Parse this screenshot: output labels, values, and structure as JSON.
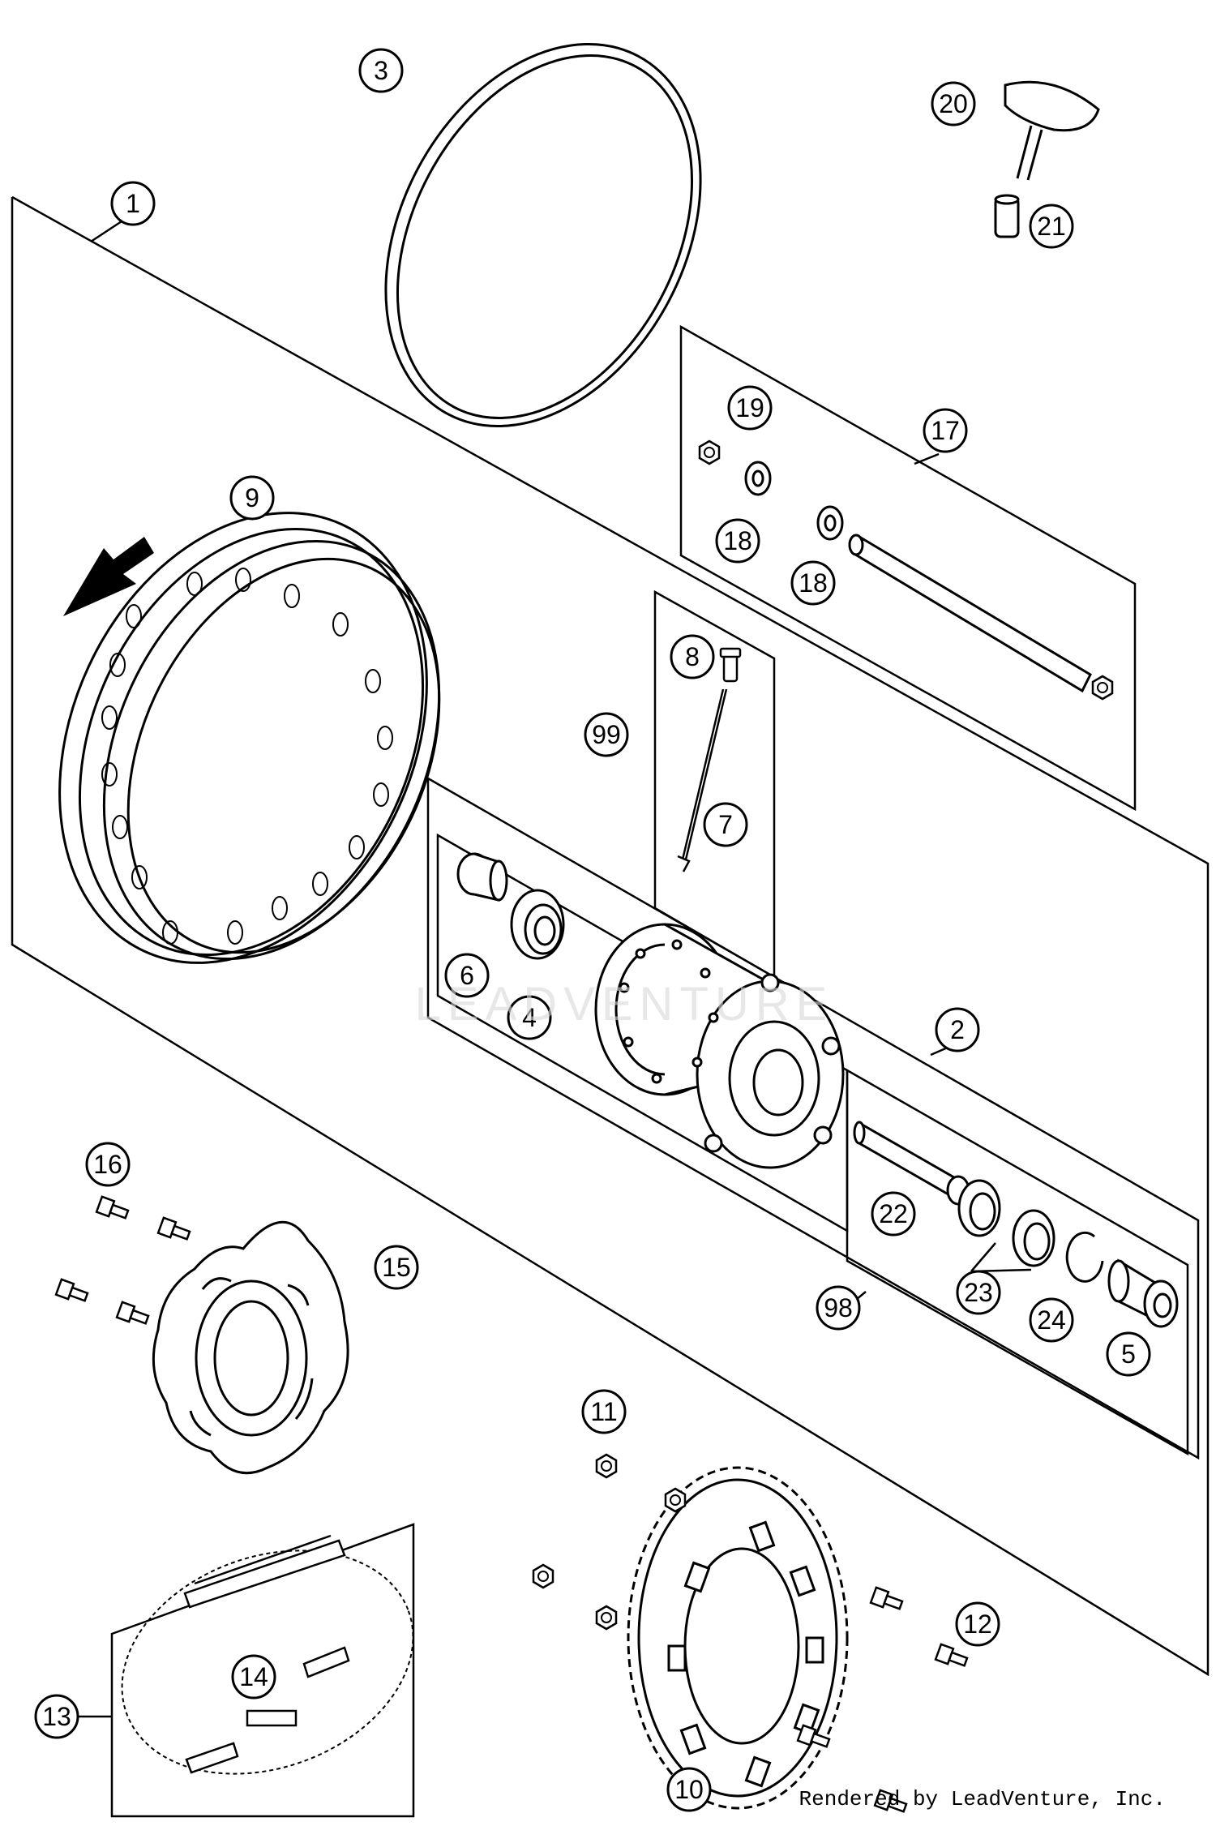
{
  "callouts": {
    "c1": "1",
    "c2": "2",
    "c3": "3",
    "c4": "4",
    "c5": "5",
    "c6": "6",
    "c7": "7",
    "c8": "8",
    "c9": "9",
    "c10": "10",
    "c11": "11",
    "c12": "12",
    "c13": "13",
    "c14": "14",
    "c15": "15",
    "c16": "16",
    "c17": "17",
    "c18a": "18",
    "c18b": "18",
    "c19": "19",
    "c20": "20",
    "c21": "21",
    "c22": "22",
    "c23": "23",
    "c24": "24",
    "c98": "98",
    "c99": "99"
  },
  "watermark": "LEADVENTURE",
  "footer": "Rendered by LeadVenture, Inc."
}
